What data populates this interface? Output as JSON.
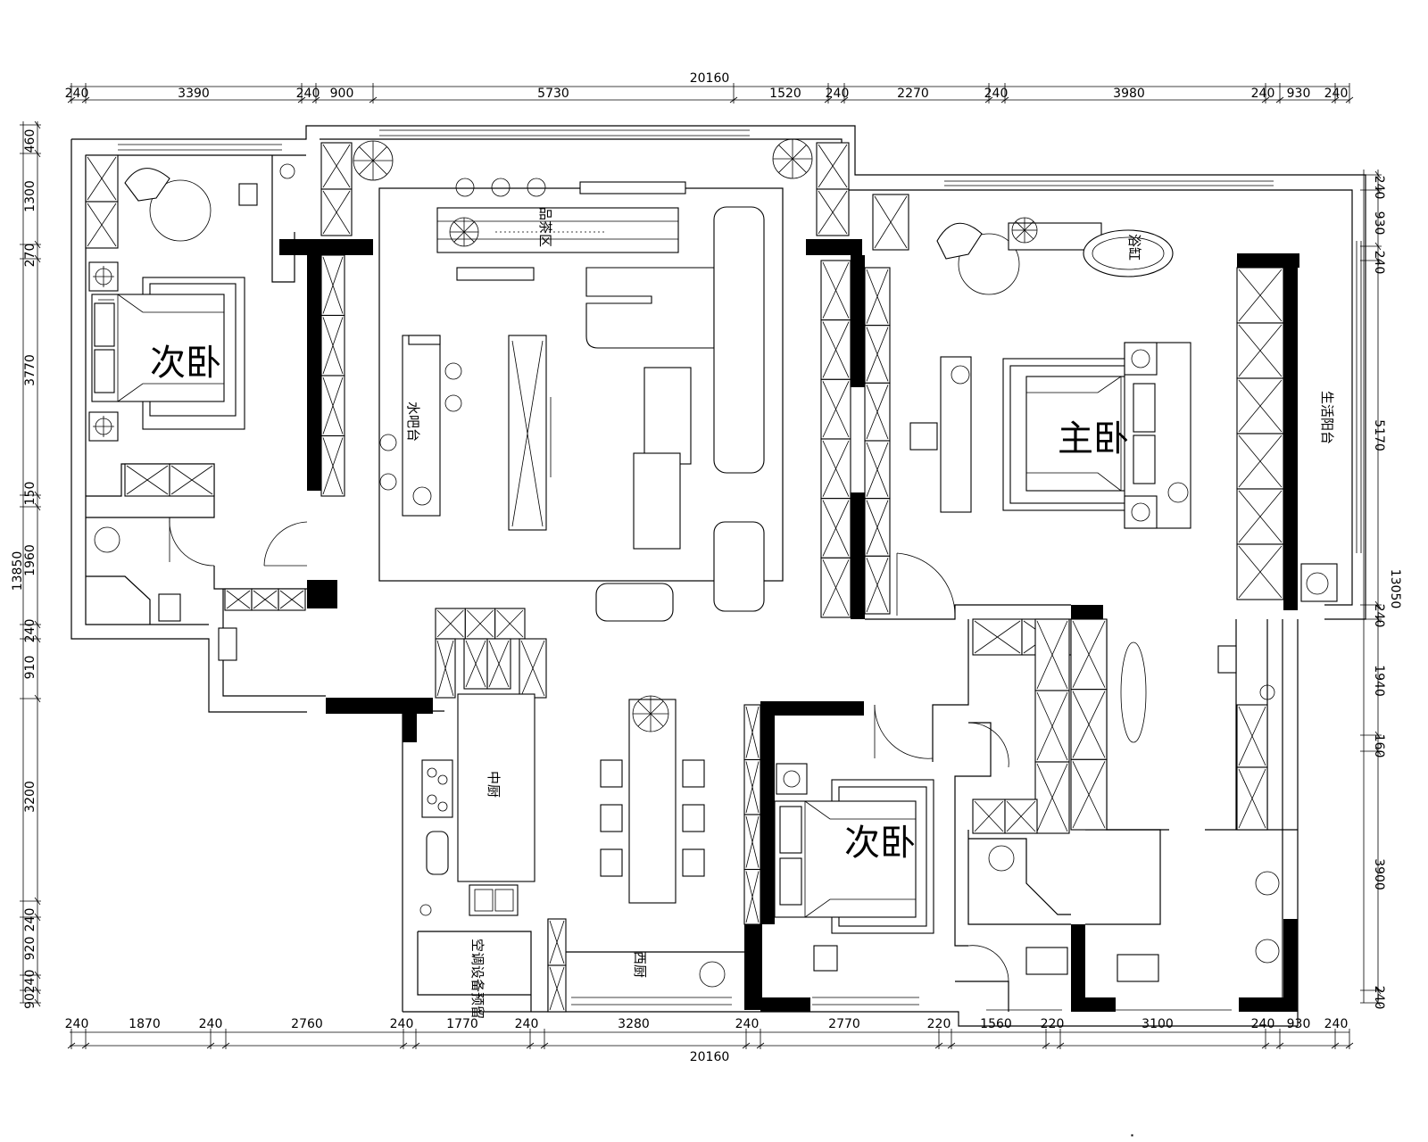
{
  "dimensions": {
    "top_total": "20160",
    "bottom_total": "20160",
    "left_total": "13850",
    "right_total": "13050",
    "top": [
      "240",
      "3390",
      "240",
      "900",
      "5730",
      "1520",
      "240",
      "2270",
      "240",
      "3980",
      "240",
      "930",
      "240"
    ],
    "bottom": [
      "240",
      "1870",
      "240",
      "2760",
      "240",
      "1770",
      "240",
      "3280",
      "240",
      "2770",
      "220",
      "1560",
      "220",
      "3100",
      "240",
      "930",
      "240"
    ],
    "left": [
      "460",
      "1300",
      "270",
      "3770",
      "150",
      "1960",
      "240",
      "910",
      "3200",
      "240",
      "920",
      "240",
      "90"
    ],
    "right": [
      "240",
      "930",
      "240",
      "5170",
      "240",
      "1940",
      "160",
      "3900",
      "240"
    ]
  },
  "rooms": {
    "second_bedroom_1": "次卧",
    "second_bedroom_2": "次卧",
    "master_bedroom": "主卧",
    "tea_area": "品茶区",
    "water_bar": "水吧台",
    "chinese_kitchen": "中厨",
    "western_kitchen": "西厨",
    "ac_reserved": "空调设备预留",
    "living_balcony": "生活阳台",
    "bathtub": "浴缸"
  }
}
